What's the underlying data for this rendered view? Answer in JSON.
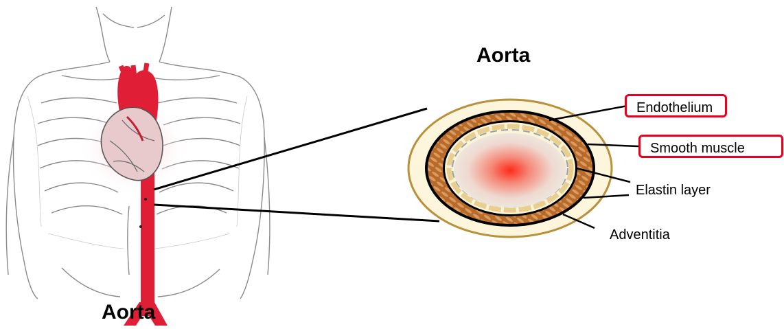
{
  "titles": {
    "cross_section": "Aorta",
    "body": "Aorta"
  },
  "labels": {
    "endothelium": "Endothelium",
    "smooth_muscle": "Smooth muscle",
    "elastin_layer": "Elastin layer",
    "adventitia": "Adventitia"
  },
  "colors": {
    "aorta_red": "#e01f36",
    "highlight_box": "#e8001c",
    "adventitia_fill": "#fdf6dc",
    "adventitia_stroke": "#b8913a",
    "muscle_fill": "#b86a2a",
    "lumen_center": "#ff2a1a"
  }
}
